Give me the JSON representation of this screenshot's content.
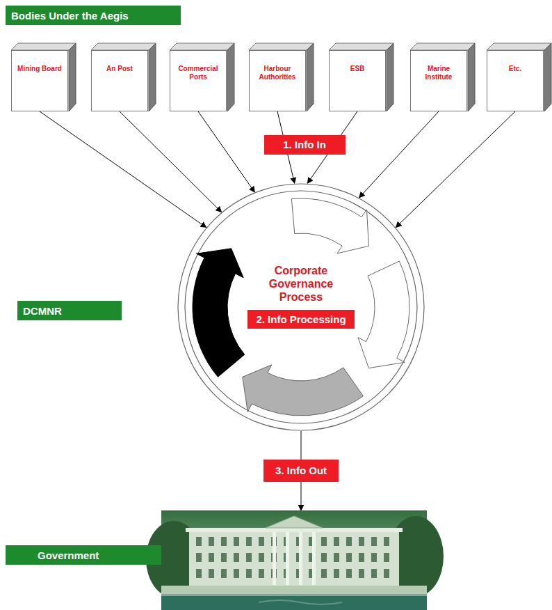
{
  "diagram": {
    "nodes": [
      {
        "text": [
          "Bodies Under the Aegis"
        ]
      },
      {
        "text": [
          "Mining Board"
        ]
      },
      {
        "text": [
          "An Post"
        ]
      },
      {
        "text": [
          "Commercial Ports"
        ]
      },
      {
        "text": [
          "Harbour Authorities"
        ]
      },
      {
        "text": [
          "ESB"
        ]
      },
      {
        "text": [
          "Marine Institute"
        ]
      },
      {
        "text": [
          "Etc."
        ]
      },
      {
        "text": [
          "DCMNR"
        ]
      },
      {
        "text": [
          "Corporate Governance Process",
          "2. Info Processing"
        ]
      },
      {
        "text": [
          "Government"
        ]
      }
    ],
    "edges": [
      {
        "from": 1,
        "to": 9,
        "arrow": "to"
      },
      {
        "from": 2,
        "to": 9,
        "arrow": "to"
      },
      {
        "from": 3,
        "to": 9,
        "arrow": "to"
      },
      {
        "from": 4,
        "to": 9,
        "arrow": "to"
      },
      {
        "from": 5,
        "to": 9,
        "arrow": "to"
      },
      {
        "from": 6,
        "to": 9,
        "arrow": "to"
      },
      {
        "from": 7,
        "to": 9,
        "arrow": "to"
      },
      {
        "from": 9,
        "to": 10,
        "label": "3. Info Out",
        "arrow": "to"
      }
    ],
    "labels": [
      "1. Info In"
    ]
  }
}
